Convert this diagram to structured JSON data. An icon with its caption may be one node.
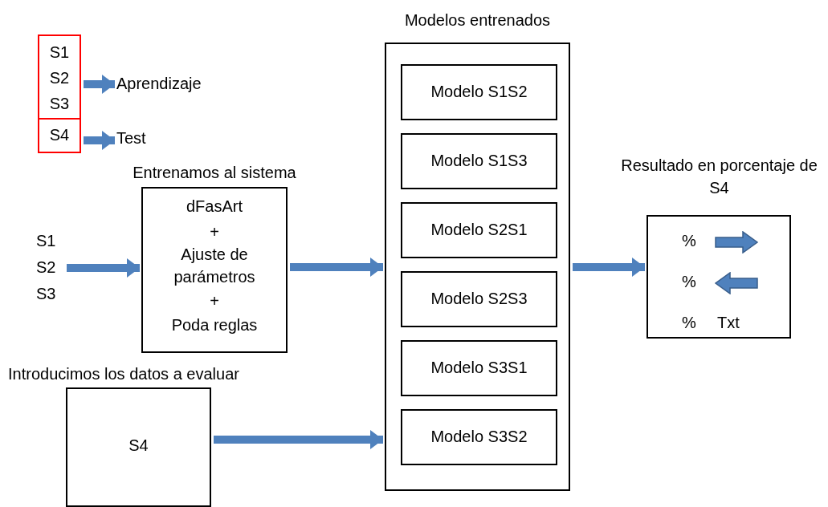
{
  "diagram": {
    "nodes": [
      {
        "text": [
          "S1",
          "S2",
          "S3"
        ]
      },
      {
        "text": [
          "S4"
        ]
      },
      {
        "text": [
          "Aprendizaje"
        ]
      },
      {
        "text": [
          "Test"
        ]
      },
      {
        "text": [
          "S1",
          "S2",
          "S3"
        ]
      },
      {
        "text": [
          "Entrenamos al sistema",
          "dFasArt",
          "+",
          "Ajuste de parámetros",
          "+",
          "Poda reglas"
        ]
      },
      {
        "text": [
          "Modelos entrenados"
        ]
      },
      {
        "text": [
          "Modelo S1S2"
        ],
        "in": 6
      },
      {
        "text": [
          "Modelo S1S3"
        ],
        "in": 6
      },
      {
        "text": [
          "Modelo S2S1"
        ],
        "in": 6
      },
      {
        "text": [
          "Modelo S2S3"
        ],
        "in": 6
      },
      {
        "text": [
          "Modelo S3S1"
        ],
        "in": 6
      },
      {
        "text": [
          "Modelo S3S2"
        ],
        "in": 6
      },
      {
        "text": [
          "Introducimos los datos a evaluar",
          "S4"
        ]
      },
      {
        "text": [
          "Resultado en porcentaje de S4",
          "%",
          "%",
          "%",
          "Txt"
        ]
      }
    ],
    "edges": [
      {
        "from": 0,
        "to": 2,
        "arrow": "to"
      },
      {
        "from": 1,
        "to": 3,
        "arrow": "to"
      },
      {
        "from": 4,
        "to": 5,
        "arrow": "to"
      },
      {
        "from": 5,
        "to": 6,
        "arrow": "to"
      },
      {
        "from": 13,
        "to": 6,
        "arrow": "to"
      },
      {
        "from": 6,
        "to": 14,
        "arrow": "to"
      }
    ]
  }
}
